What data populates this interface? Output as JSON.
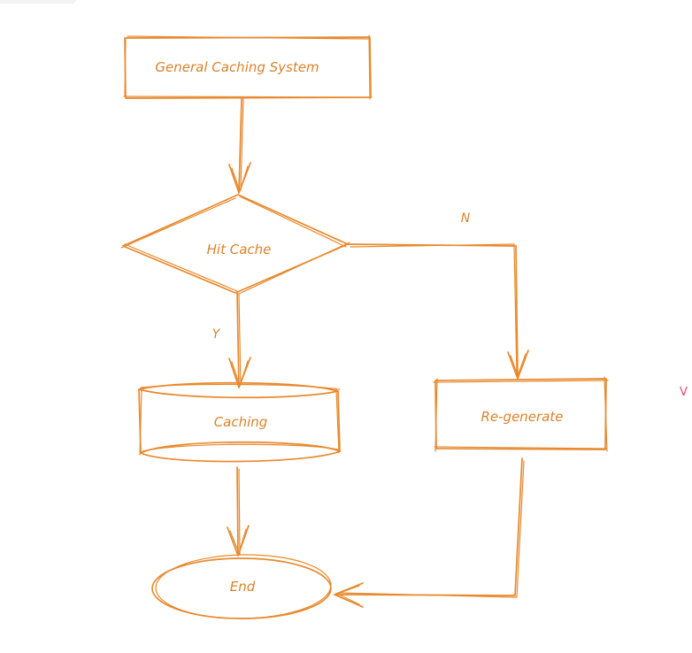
{
  "diagram": {
    "colors": {
      "stroke": "#e8892d",
      "text": "#d9822b",
      "marker": "#e04a6a"
    },
    "nodes": {
      "start": {
        "label": "General Caching System",
        "shape": "rectangle"
      },
      "decision": {
        "label": "Hit Cache",
        "shape": "diamond"
      },
      "cache": {
        "label": "Caching",
        "shape": "cylinder"
      },
      "regen": {
        "label": "Re-generate",
        "shape": "rectangle"
      },
      "end": {
        "label": "End",
        "shape": "ellipse"
      }
    },
    "edges": {
      "yes_label": "Y",
      "no_label": "N"
    },
    "edge_marker": "V"
  }
}
